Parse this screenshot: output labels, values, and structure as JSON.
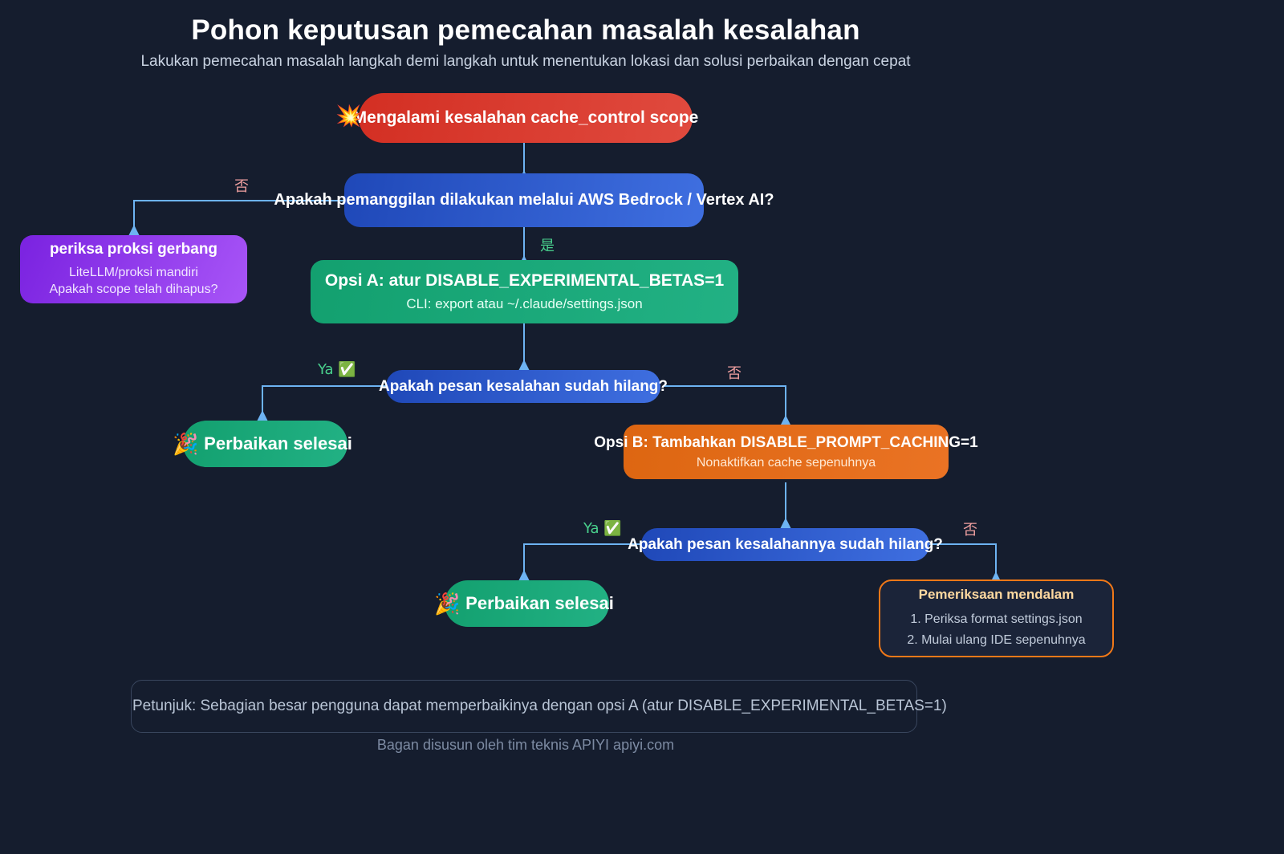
{
  "header": {
    "title": "Pohon keputusan pemecahan masalah kesalahan",
    "subtitle": "Lakukan pemecahan masalah langkah demi langkah untuk menentukan lokasi dan solusi perbaikan dengan cepat"
  },
  "nodes": {
    "start": {
      "label": "Mengalami kesalahan cache_control scope",
      "icon": "💥"
    },
    "decision1": {
      "label": "Apakah pemanggilan dilakukan melalui AWS Bedrock / Vertex AI?"
    },
    "gateway": {
      "title": "periksa proksi gerbang",
      "line1": "LiteLLM/proksi mandiri",
      "line2": "Apakah scope telah dihapus?"
    },
    "optionA": {
      "title": "Opsi A: atur DISABLE_EXPERIMENTAL_BETAS=1",
      "sub": "CLI: export atau ~/.claude/settings.json"
    },
    "decision2": {
      "label": "Apakah pesan kesalahan sudah hilang?"
    },
    "done1": {
      "label": "Perbaikan selesai",
      "icon": "🎉"
    },
    "optionB": {
      "title": "Opsi B: Tambahkan DISABLE_PROMPT_CACHING=1",
      "sub": "Nonaktifkan cache sepenuhnya"
    },
    "decision3": {
      "label": "Apakah pesan kesalahannya sudah hilang?"
    },
    "done2": {
      "label": "Perbaikan selesai",
      "icon": "🎉"
    },
    "deepcheck": {
      "title": "Pemeriksaan mendalam",
      "item1": "1. Periksa format settings.json",
      "item2": "2. Mulai ulang IDE sepenuhnya"
    }
  },
  "edge_labels": {
    "d1_no": "否",
    "d1_yes": "是",
    "d2_yes": "Ya ✅",
    "d2_no": "否",
    "d3_yes": "Ya ✅",
    "d3_no": "否"
  },
  "footer": {
    "hint": "Petunjuk: Sebagian besar pengguna dapat memperbaikinya dengan opsi A (atur DISABLE_EXPERIMENTAL_BETAS=1)",
    "credit": "Bagan disusun oleh tim teknis APIYI apiyi.com"
  },
  "colors": {
    "background": "#151d2e",
    "start": "#d93025",
    "decision": "#2e58cc",
    "green": "#17a673",
    "purple": "#8c3aee",
    "orange": "#e06c16",
    "wire": "#6db3f2",
    "label_no": "#f0a0a0",
    "label_yes": "#49d18d"
  }
}
